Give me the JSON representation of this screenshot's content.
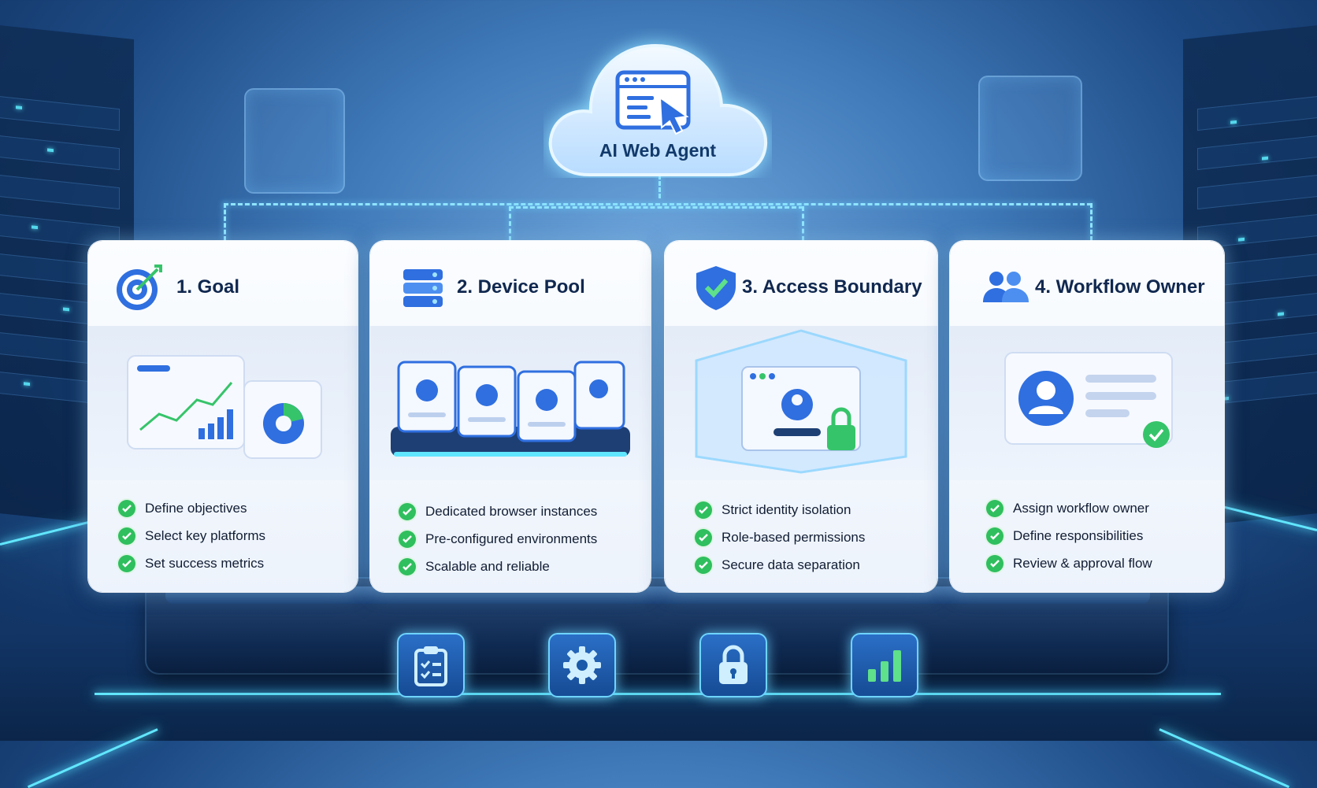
{
  "agent": {
    "title": "AI Web Agent",
    "icon": "browser-cursor-icon"
  },
  "colors": {
    "accent": "#2f6fe0",
    "check": "#2fbf5e",
    "glow": "#61e6ff",
    "title": "#10284f"
  },
  "cards": [
    {
      "title": "1. Goal",
      "icon": "target-icon",
      "items": [
        "Define objectives",
        "Select key platforms",
        "Set success metrics"
      ]
    },
    {
      "title": "2. Device Pool",
      "icon": "server-stack-icon",
      "items": [
        "Dedicated browser instances",
        "Pre-configured environments",
        "Scalable and reliable"
      ]
    },
    {
      "title": "3. Access Boundary",
      "icon": "shield-check-icon",
      "items": [
        "Strict identity isolation",
        "Role-based permissions",
        "Secure data separation"
      ]
    },
    {
      "title": "4. Workflow Owner",
      "icon": "users-icon",
      "items": [
        "Assign workflow owner",
        "Define responsibilities",
        "Review & approval flow"
      ]
    }
  ],
  "platform_icons": [
    "clipboard-checklist-icon",
    "gear-icon",
    "padlock-icon",
    "bar-chart-icon"
  ]
}
